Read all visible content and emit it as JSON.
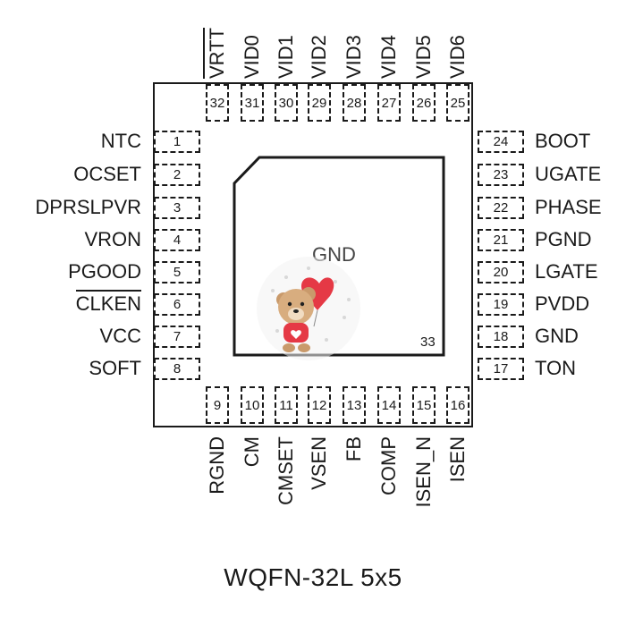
{
  "package_name": "WQFN-32L 5x5",
  "exposed_pad": {
    "label": "GND",
    "number": "33"
  },
  "pins": {
    "left": [
      {
        "number": "1",
        "name": "NTC"
      },
      {
        "number": "2",
        "name": "OCSET"
      },
      {
        "number": "3",
        "name": "DPRSLPVR"
      },
      {
        "number": "4",
        "name": "VRON"
      },
      {
        "number": "5",
        "name": "PGOOD"
      },
      {
        "number": "6",
        "name": "CLKEN",
        "overbar": true
      },
      {
        "number": "7",
        "name": "VCC"
      },
      {
        "number": "8",
        "name": "SOFT"
      }
    ],
    "bottom": [
      {
        "number": "9",
        "name": "RGND"
      },
      {
        "number": "10",
        "name": "CM"
      },
      {
        "number": "11",
        "name": "CMSET"
      },
      {
        "number": "12",
        "name": "VSEN"
      },
      {
        "number": "13",
        "name": "FB"
      },
      {
        "number": "14",
        "name": "COMP"
      },
      {
        "number": "15",
        "name": "ISEN_N"
      },
      {
        "number": "16",
        "name": "ISEN"
      }
    ],
    "right": [
      {
        "number": "24",
        "name": "BOOT"
      },
      {
        "number": "23",
        "name": "UGATE"
      },
      {
        "number": "22",
        "name": "PHASE"
      },
      {
        "number": "21",
        "name": "PGND"
      },
      {
        "number": "20",
        "name": "LGATE"
      },
      {
        "number": "19",
        "name": "PVDD"
      },
      {
        "number": "18",
        "name": "GND"
      },
      {
        "number": "17",
        "name": "TON"
      }
    ],
    "top": [
      {
        "number": "32",
        "name": "VRTT",
        "overbar": true
      },
      {
        "number": "31",
        "name": "VID0"
      },
      {
        "number": "30",
        "name": "VID1"
      },
      {
        "number": "29",
        "name": "VID2"
      },
      {
        "number": "28",
        "name": "VID3"
      },
      {
        "number": "27",
        "name": "VID4"
      },
      {
        "number": "26",
        "name": "VID5"
      },
      {
        "number": "25",
        "name": "VID6"
      }
    ]
  },
  "colors": {
    "ink": "#1a1a1a",
    "pad_label": "#444444",
    "balloon": "#e53945"
  }
}
